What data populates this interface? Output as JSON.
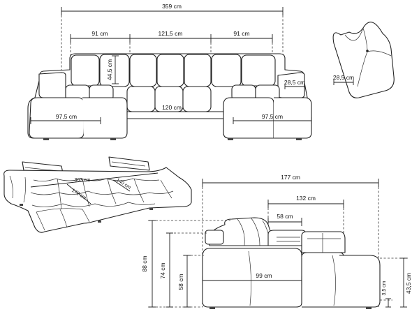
{
  "dimensions": {
    "total_width": "359 cm",
    "back_left": "91 cm",
    "back_middle": "121,5 cm",
    "back_right": "91 cm",
    "back_height": "44,5 cm",
    "armrest_width": "28,5 cm",
    "chaise_left": "97,5 cm",
    "middle_gap": "120 cm",
    "chaise_right": "97,5 cm",
    "back_cushion_depth": "28,5 cm",
    "bed_length": "303 cm",
    "bed_depth": "172 cm",
    "bed_middle": "140 cm",
    "side_total_depth": "177 cm",
    "side_upper": "132 cm",
    "side_seat": "58 cm",
    "height_total": "88 cm",
    "height_back": "74 cm",
    "height_seat": "58 cm",
    "chaise_depth": "99 cm",
    "height_chaise": "43,5 cm",
    "leg_height": "3,5 cm"
  }
}
